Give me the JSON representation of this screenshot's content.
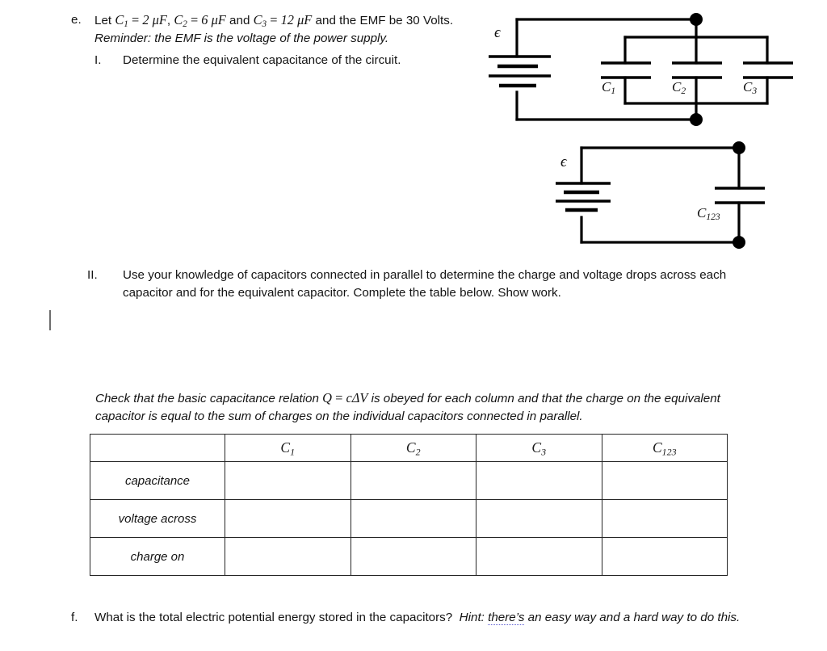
{
  "document": {
    "items": [
      {
        "marker": "e.",
        "text_parts": {
          "lead": "Let ",
          "c1": "C₁ = 2 μF",
          "mid1": ", ",
          "c2": "C₂ = 6 μF",
          "mid2": " and ",
          "c3": "C₃ = 12 μF",
          "tail": " and the EMF be 30 Volts.  ",
          "emphasis": "Reminder: the EMF is the voltage of the power supply."
        },
        "full_text": "Let C1 = 2 μF, C2 = 6 μF and C3 = 12 μF and the EMF be 30 Volts.  Reminder: the EMF is the voltage of the power supply."
      },
      {
        "marker": "I.",
        "full_text": "Determine the equivalent capacitance of the circuit."
      },
      {
        "marker": "II.",
        "full_text": "Use your knowledge of capacitors connected in parallel to determine the charge and voltage drops across each capacitor and for the equivalent capacitor. Complete the table below. Show work."
      },
      {
        "marker": "f.",
        "text_before_hint": "What is the total electric potential energy stored in the capacitors?  ",
        "hint_label": "Hint:",
        "hint_underlined_word": "there’s",
        "hint_rest": " an easy way and a hard way to do this.",
        "full_text": "What is the total electric potential energy stored in the capacitors?  Hint: there’s an easy way and a hard way to do this."
      }
    ],
    "check_note": {
      "part1": "Check that the basic capacitance relation ",
      "formula": "Q = cΔV",
      "part2": " is obeyed for each column and that the charge on the equivalent capacitor is equal to the sum of charges on the individual capacitors connected in parallel.",
      "full_text": "Check that the basic capacitance relation Q = cΔV is obeyed for each column and that the charge on the equivalent capacitor is equal to the sum of charges on the individual capacitors connected in parallel."
    }
  },
  "circuits": [
    {
      "id": "parallel-circuit",
      "source_label": "ϵ",
      "source_type": "battery",
      "components": [
        {
          "name": "C1",
          "label_base": "C",
          "label_sub": "1"
        },
        {
          "name": "C2",
          "label_base": "C",
          "label_sub": "2"
        },
        {
          "name": "C3",
          "label_base": "C",
          "label_sub": "3"
        }
      ],
      "topology": "three capacitors in parallel across a battery",
      "junction_dots": 2
    },
    {
      "id": "equivalent-circuit",
      "source_label": "ϵ",
      "source_type": "battery",
      "components": [
        {
          "name": "C123",
          "label_base": "C",
          "label_sub": "123"
        }
      ],
      "topology": "single equivalent capacitor across a battery",
      "junction_dots": 2
    }
  ],
  "table": {
    "headers": [
      {
        "base": "",
        "sub": ""
      },
      {
        "base": "C",
        "sub": "1"
      },
      {
        "base": "C",
        "sub": "2"
      },
      {
        "base": "C",
        "sub": "3"
      },
      {
        "base": "C",
        "sub": "123"
      }
    ],
    "rows": [
      {
        "label": "capacitance",
        "cells": [
          "",
          "",
          "",
          ""
        ]
      },
      {
        "label": "voltage across",
        "cells": [
          "",
          "",
          "",
          ""
        ]
      },
      {
        "label": "charge on",
        "cells": [
          "",
          "",
          "",
          ""
        ]
      }
    ]
  },
  "colors": {
    "ink": "#141414",
    "line": "#000000",
    "grammar_underline": "#5a5ad0",
    "caret": "#6e6e6e",
    "page": "#ffffff"
  }
}
